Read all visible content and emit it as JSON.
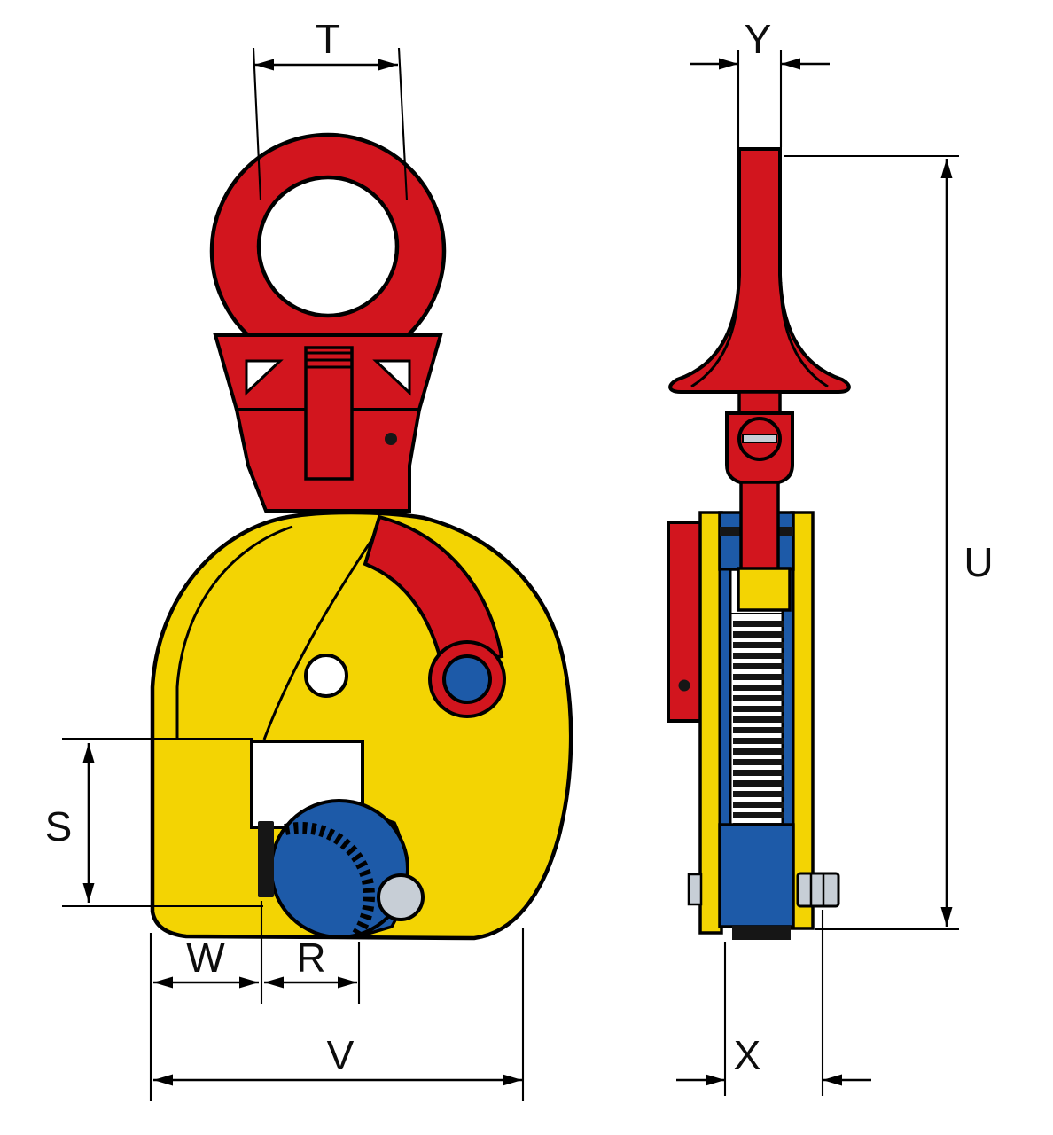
{
  "diagram": {
    "kind": "technical dimension drawing",
    "subject": "vertical plate lifting clamp, front and side views",
    "views": [
      {
        "name": "front-view",
        "dimension_labels": [
          "T",
          "S",
          "W",
          "R",
          "V"
        ]
      },
      {
        "name": "side-view",
        "dimension_labels": [
          "Y",
          "U",
          "X"
        ]
      }
    ],
    "labels": {
      "T": "T",
      "Y": "Y",
      "U": "U",
      "S": "S",
      "W": "W",
      "R": "R",
      "V": "V",
      "X": "X"
    },
    "colors": {
      "page_bg": "#ffffff",
      "body_red": "#d2151e",
      "body_yellow": "#f3d403",
      "body_blue": "#1d5aa8",
      "outline": "#000000",
      "dimension_lines": "#000000",
      "pin_gray": "#c7ced6"
    }
  }
}
